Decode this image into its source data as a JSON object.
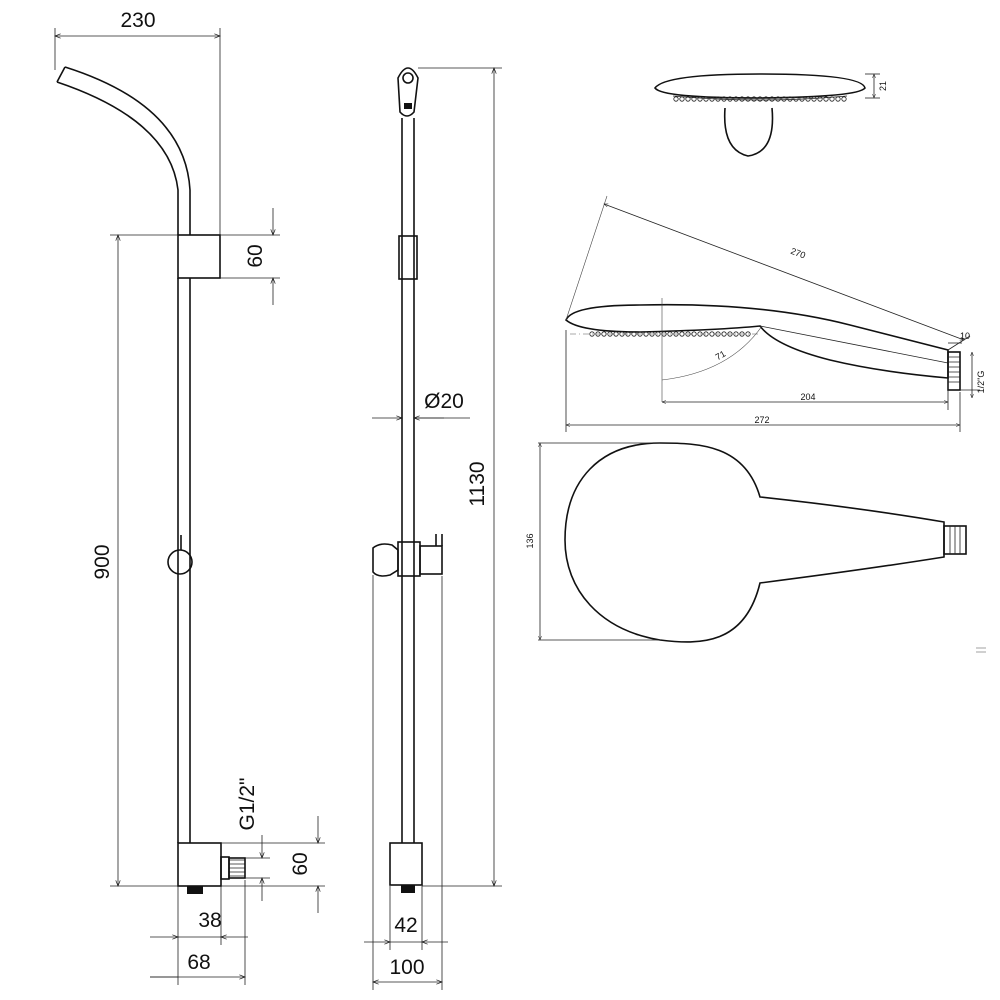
{
  "dimensions": {
    "top_offset": "230",
    "clamp_height": "60",
    "rail_length": "900",
    "inlet_thread": "G1/2\"",
    "elbow_height": "60",
    "elbow_depth": "38",
    "wall_projection": "68",
    "diameter": "Ø20",
    "total_height": "1130",
    "bracket_width": "42",
    "total_width": "100",
    "head_thickness": "21",
    "handshower_length": "270",
    "handle_thread_length": "10",
    "handle_thread": "1/2\"G",
    "tilt_angle": "71",
    "handle_run": "204",
    "overall_length": "272",
    "head_diameter": "136"
  }
}
